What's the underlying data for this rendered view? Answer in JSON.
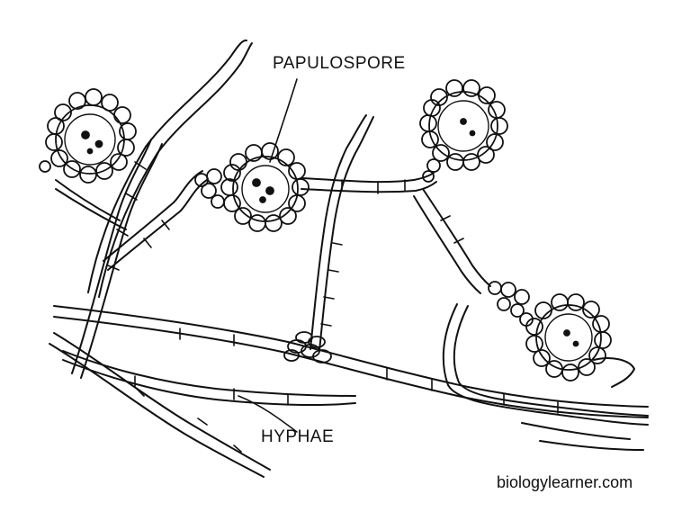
{
  "labels": {
    "papulospore": "PAPULOSPORE",
    "hyphae": "HYPHAE"
  },
  "watermark": "biologylearner.com",
  "colors": {
    "ink": "#111111",
    "background": "#ffffff"
  }
}
